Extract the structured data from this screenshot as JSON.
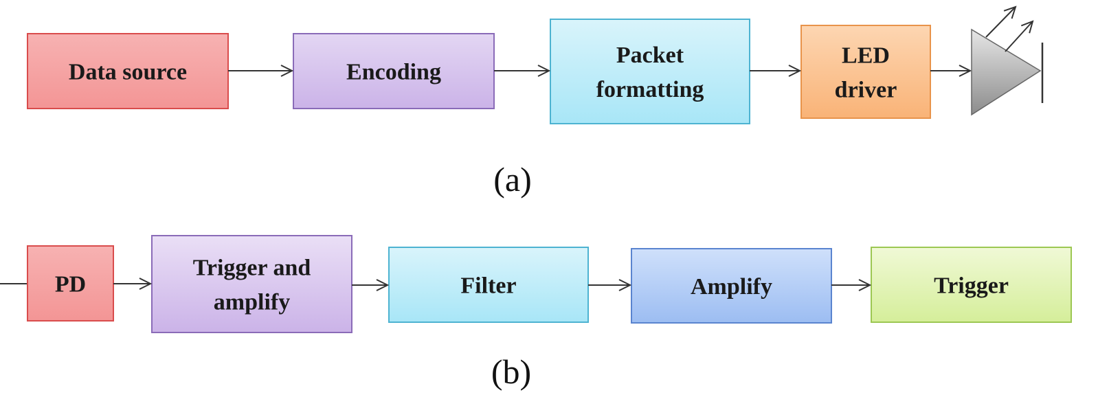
{
  "transmitter": {
    "caption": "(a)",
    "blocks": [
      {
        "id": "data-source",
        "lines": [
          "Data source"
        ],
        "color_top": "#f7b2b2",
        "color_bottom": "#f39595",
        "border": "#d94c4c"
      },
      {
        "id": "encoding",
        "lines": [
          "Encoding"
        ],
        "color_top": "#e3d6f3",
        "color_bottom": "#cbb3e8",
        "border": "#8a6bb8"
      },
      {
        "id": "packet-formatting",
        "lines": [
          "Packet",
          "formatting"
        ],
        "color_top": "#d9f4fb",
        "color_bottom": "#a8e6f7",
        "border": "#4db3d1"
      },
      {
        "id": "led-driver",
        "lines": [
          "LED",
          "driver"
        ],
        "color_top": "#fdd6b2",
        "color_bottom": "#f9b377",
        "border": "#e8934a"
      }
    ],
    "led_icon": "led-triangle-icon"
  },
  "receiver": {
    "caption": "(b)",
    "blocks": [
      {
        "id": "pd",
        "lines": [
          "PD"
        ],
        "color_top": "#f7b2b2",
        "color_bottom": "#f39595",
        "border": "#d94c4c"
      },
      {
        "id": "trigger-and-amplify",
        "lines": [
          "Trigger and",
          "amplify"
        ],
        "color_top": "#eadff6",
        "color_bottom": "#cbb3e8",
        "border": "#8a6bb8"
      },
      {
        "id": "filter",
        "lines": [
          "Filter"
        ],
        "color_top": "#d9f4fb",
        "color_bottom": "#a8e6f7",
        "border": "#4db3d1"
      },
      {
        "id": "amplify",
        "lines": [
          "Amplify"
        ],
        "color_top": "#cfe0fb",
        "color_bottom": "#9cbdf2",
        "border": "#5a84cf"
      },
      {
        "id": "trigger",
        "lines": [
          "Trigger"
        ],
        "color_top": "#f0f9d6",
        "color_bottom": "#d5ee9a",
        "border": "#9cc752"
      }
    ]
  }
}
